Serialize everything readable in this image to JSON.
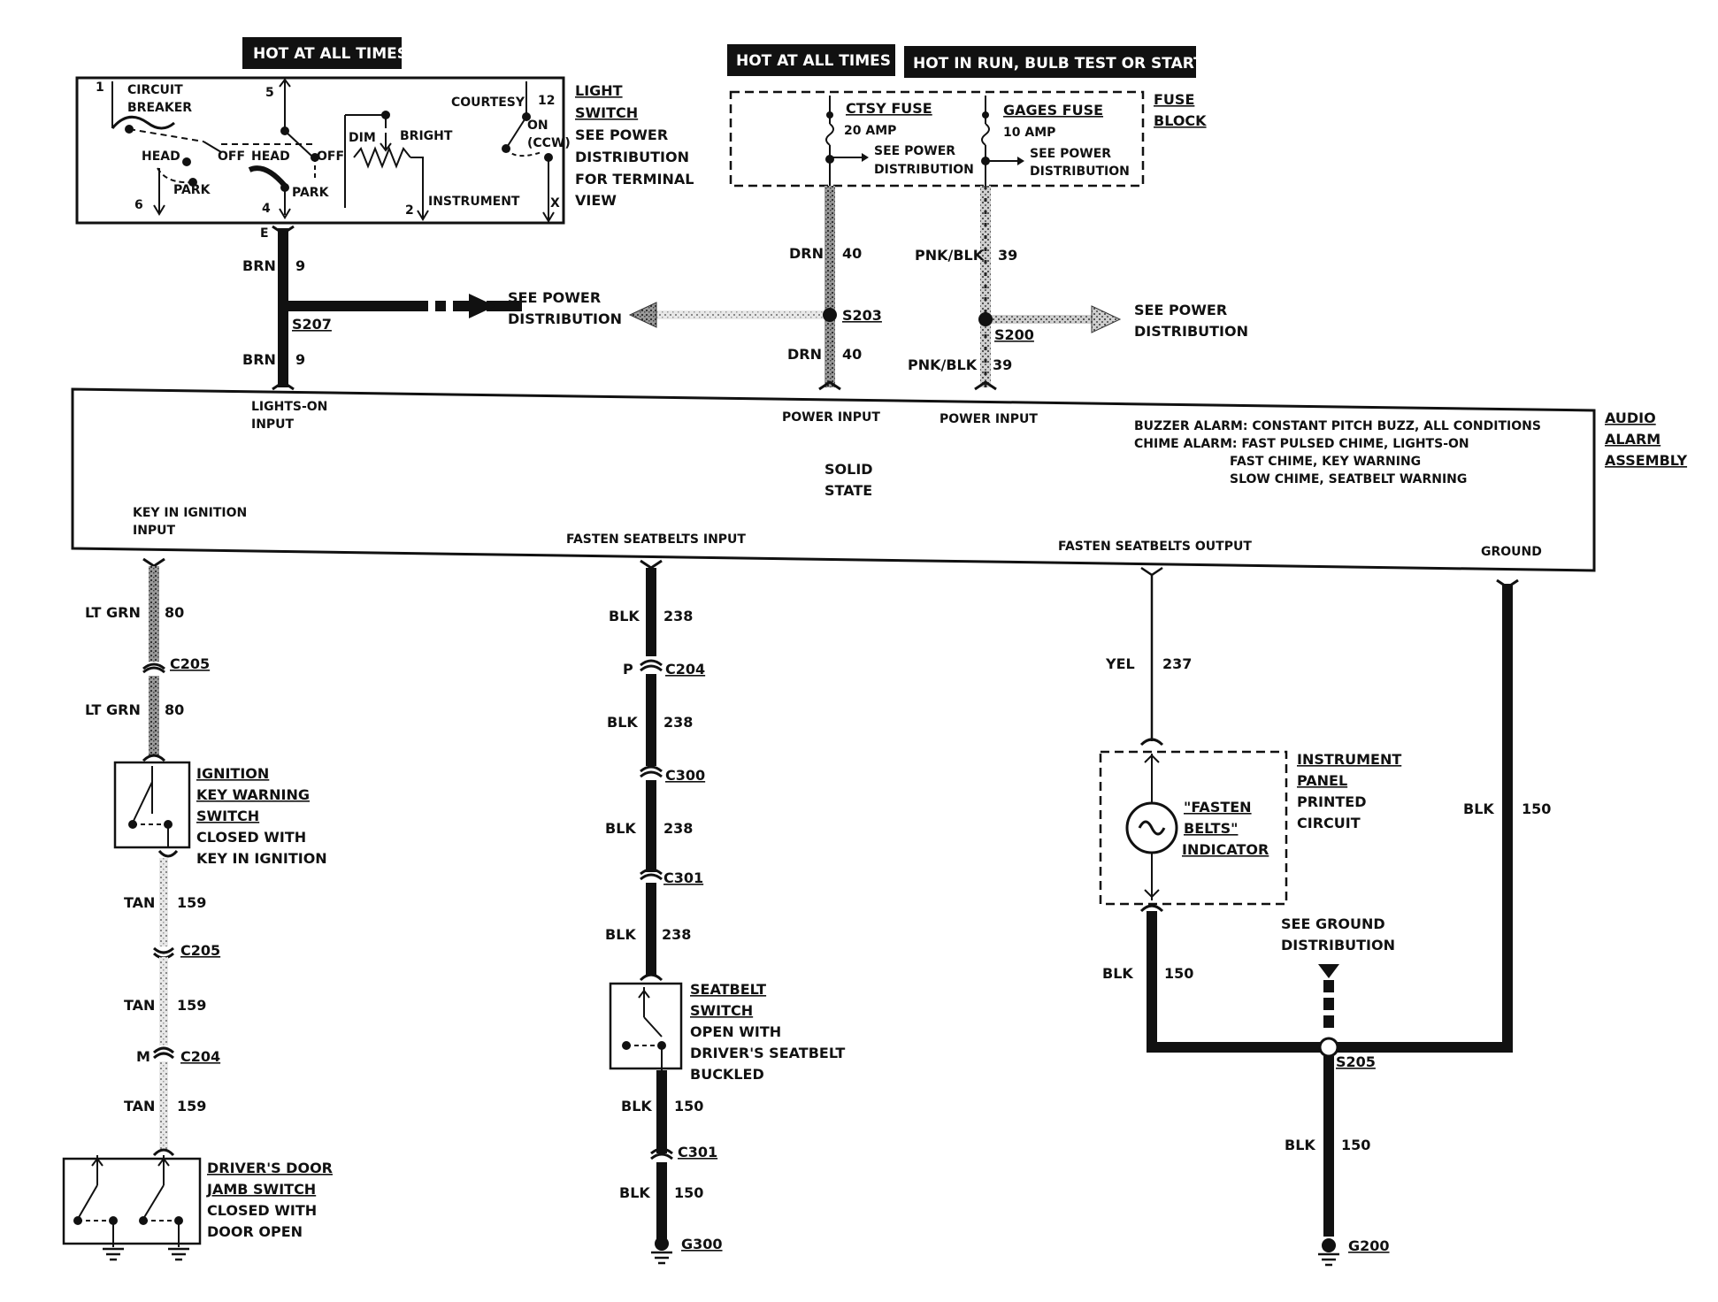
{
  "headers": {
    "hot_left": "HOT AT ALL TIMES",
    "hot_mid": "HOT AT ALL TIMES",
    "hot_run": "HOT IN RUN,  BULB TEST OR START"
  },
  "light_switch": {
    "title_1": "LIGHT",
    "title_2": "SWITCH",
    "note_1": "SEE POWER",
    "note_2": "DISTRIBUTION",
    "note_3": "FOR TERMINAL",
    "note_4": "VIEW",
    "circuit_breaker_1": "CIRCUIT",
    "circuit_breaker_2": "BREAKER",
    "head_left": "HEAD",
    "off_left": "OFF",
    "park_left": "PARK",
    "head_mid": "HEAD",
    "off_mid": "OFF",
    "park_mid": "PARK",
    "dim": "DIM",
    "bright": "BRIGHT",
    "instrument": "INSTRUMENT",
    "courtesy": "COURTESY",
    "on": "ON",
    "ccw": "(CCW)",
    "t1": "1",
    "t5": "5",
    "t12": "12",
    "t6": "6",
    "t4": "4",
    "t2": "2",
    "tx": "X",
    "te": "E"
  },
  "fuse_block": {
    "title_1": "FUSE",
    "title_2": "BLOCK",
    "ctsy_name": "CTSY FUSE",
    "ctsy_amp": "20 AMP",
    "gages_name": "GAGES FUSE",
    "gages_amp": "10 AMP",
    "see_power_1": "SEE POWER",
    "see_power_2": "DISTRIBUTION"
  },
  "wires": {
    "brn": "BRN",
    "w9": "9",
    "drn": "DRN",
    "w40": "40",
    "pnkblk": "PNK/BLK",
    "w39": "39",
    "ltgrn": "LT GRN",
    "w80": "80",
    "tan": "TAN",
    "w159": "159",
    "blk": "BLK",
    "w238": "238",
    "w150": "150",
    "yel": "YEL",
    "w237": "237"
  },
  "splices": {
    "s207": "S207",
    "s203": "S203",
    "s200": "S200",
    "s205": "S205",
    "see_power_1": "SEE POWER",
    "see_power_2": "DISTRIBUTION"
  },
  "module": {
    "title_1": "AUDIO",
    "title_2": "ALARM",
    "title_3": "ASSEMBLY",
    "lights_on_1": "LIGHTS-ON",
    "lights_on_2": "INPUT",
    "power_input": "POWER INPUT",
    "solid_1": "SOLID",
    "solid_2": "STATE",
    "buzzer": "BUZZER ALARM: CONSTANT PITCH BUZZ, ALL CONDITIONS",
    "chime": "CHIME ALARM: FAST PULSED CHIME, LIGHTS-ON",
    "fast_chime": "FAST CHIME, KEY WARNING",
    "slow_chime": "SLOW CHIME, SEATBELT WARNING",
    "key_in_1": "KEY IN IGNITION",
    "key_in_2": "INPUT",
    "fasten_in": "FASTEN SEATBELTS INPUT",
    "fasten_out": "FASTEN SEATBELTS OUTPUT",
    "ground": "GROUND"
  },
  "connectors": {
    "c205": "C205",
    "c204": "C204",
    "c300": "C300",
    "c301": "C301",
    "p": "P",
    "m": "M"
  },
  "ignition_switch": {
    "l1": "IGNITION",
    "l2": "KEY WARNING",
    "l3": "SWITCH",
    "l4": "CLOSED WITH",
    "l5": "KEY IN IGNITION"
  },
  "door_switch": {
    "l1": "DRIVER'S DOOR",
    "l2": "JAMB SWITCH",
    "l3": "CLOSED WITH",
    "l4": "DOOR OPEN"
  },
  "seatbelt_switch": {
    "l1": "SEATBELT",
    "l2": "SWITCH",
    "l3": "OPEN WITH",
    "l4": "DRIVER'S SEATBELT",
    "l5": "BUCKLED"
  },
  "indicator": {
    "l1": "\"FASTEN",
    "l2": "BELTS\"",
    "l3": "INDICATOR",
    "ip_1": "INSTRUMENT",
    "ip_2": "PANEL",
    "ip_3": "PRINTED",
    "ip_4": "CIRCUIT"
  },
  "grounds": {
    "g300": "G300",
    "g200": "G200",
    "see_ground_1": "SEE GROUND",
    "see_ground_2": "DISTRIBUTION"
  }
}
